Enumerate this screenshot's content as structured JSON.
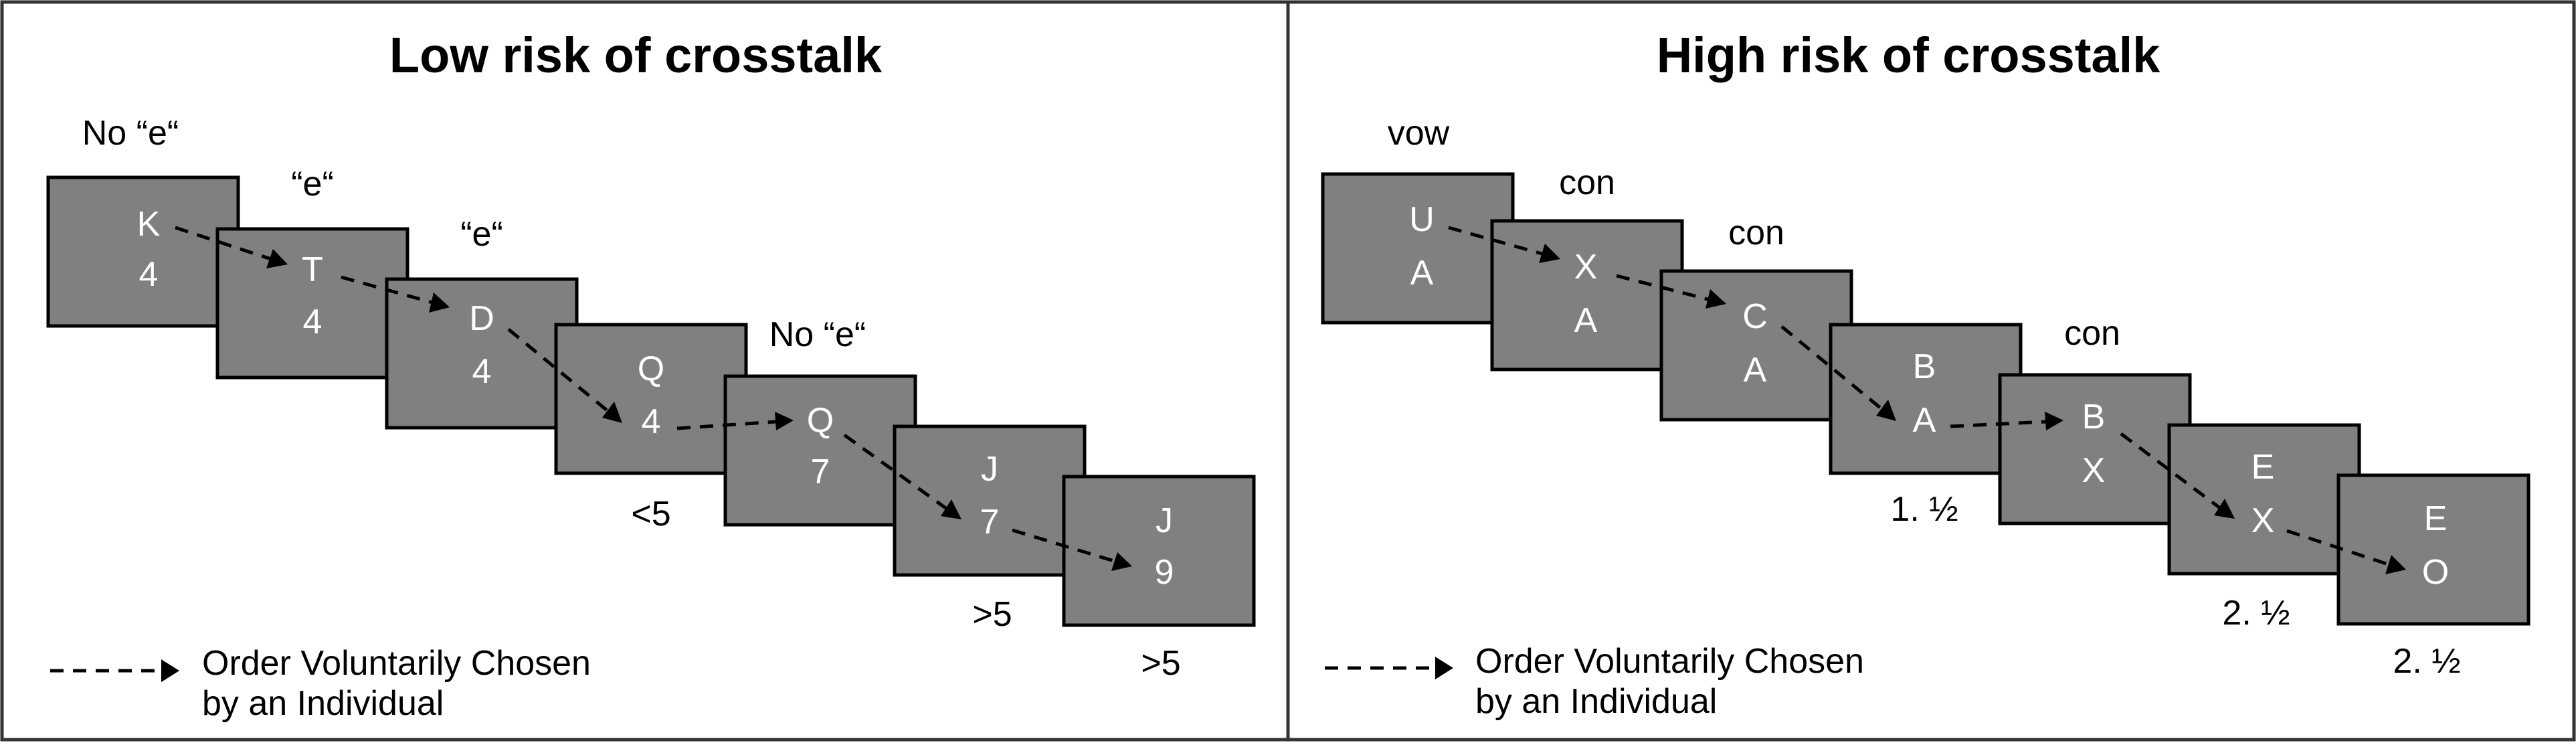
{
  "colors": {
    "card_fill": "#808080",
    "card_stroke": "#000000",
    "card_text": "#ffffff",
    "arrow": "#000000"
  },
  "panels": [
    {
      "title": "Low risk of crosstalk",
      "cards": [
        {
          "top": "K",
          "bottom": "4",
          "label_above": "No “e“",
          "label_below": ""
        },
        {
          "top": "T",
          "bottom": "4",
          "label_above": "“e“",
          "label_below": ""
        },
        {
          "top": "D",
          "bottom": "4",
          "label_above": "“e“",
          "label_below": ""
        },
        {
          "top": "Q",
          "bottom": "4",
          "label_above": "",
          "label_below": "<5"
        },
        {
          "top": "Q",
          "bottom": "7",
          "label_above": "No “e“",
          "label_below": ""
        },
        {
          "top": "J",
          "bottom": "7",
          "label_above": "",
          "label_below": ">5"
        },
        {
          "top": "J",
          "bottom": "9",
          "label_above": "",
          "label_below": ">5"
        }
      ],
      "legend": {
        "line1": "Order Voluntarily Chosen",
        "line2": "by an Individual"
      }
    },
    {
      "title": "High risk of crosstalk",
      "cards": [
        {
          "top": "U",
          "bottom": "A",
          "label_above": "vow",
          "label_below": ""
        },
        {
          "top": "X",
          "bottom": "A",
          "label_above": "con",
          "label_below": ""
        },
        {
          "top": "C",
          "bottom": "A",
          "label_above": "con",
          "label_below": ""
        },
        {
          "top": "B",
          "bottom": "A",
          "label_above": "",
          "label_below": "1. ½"
        },
        {
          "top": "B",
          "bottom": "X",
          "label_above": "con",
          "label_below": ""
        },
        {
          "top": "E",
          "bottom": "X",
          "label_above": "",
          "label_below": "2. ½"
        },
        {
          "top": "E",
          "bottom": "O",
          "label_above": "",
          "label_below": "2. ½"
        }
      ],
      "legend": {
        "line1": "Order Voluntarily Chosen",
        "line2": "by an Individual"
      }
    }
  ],
  "arrow_path": [
    {
      "from_card": 0,
      "from_slot": "top",
      "to_card": 1,
      "to_slot": "top"
    },
    {
      "from_card": 1,
      "from_slot": "top",
      "to_card": 2,
      "to_slot": "top"
    },
    {
      "from_card": 2,
      "from_slot": "top",
      "to_card": 3,
      "to_slot": "bottom"
    },
    {
      "from_card": 3,
      "from_slot": "bottom",
      "to_card": 4,
      "to_slot": "top"
    },
    {
      "from_card": 4,
      "from_slot": "top",
      "to_card": 5,
      "to_slot": "bottom"
    },
    {
      "from_card": 5,
      "from_slot": "bottom",
      "to_card": 6,
      "to_slot": "bottom"
    }
  ]
}
